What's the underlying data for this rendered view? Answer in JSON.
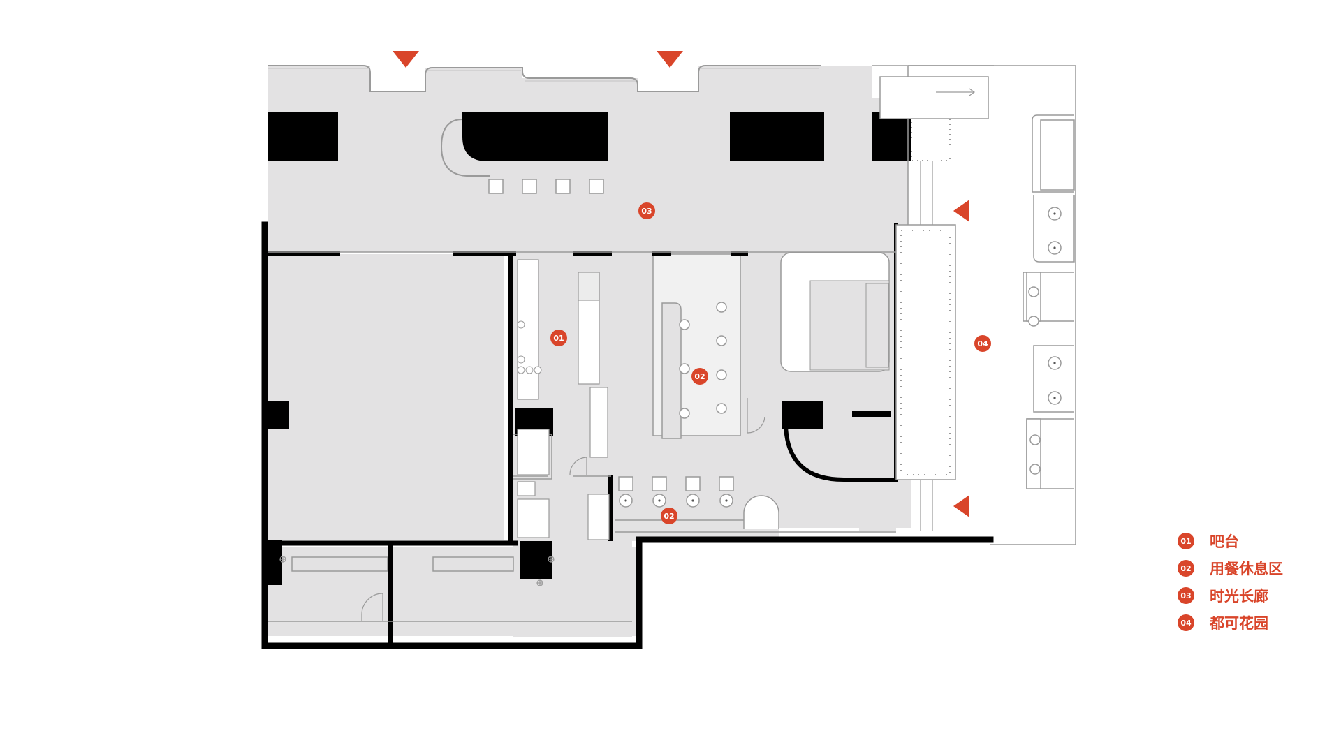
{
  "colors": {
    "accent": "#d9452a",
    "floor": "#e3e2e3",
    "wall": "#000000",
    "line": "#9a9a9a"
  },
  "markers": {
    "m01": "01",
    "m02a": "02",
    "m02b": "02",
    "m03": "03",
    "m04": "04"
  },
  "legend": [
    {
      "code": "01",
      "label": "吧台"
    },
    {
      "code": "02",
      "label": "用餐休息区"
    },
    {
      "code": "03",
      "label": "时光长廊"
    },
    {
      "code": "04",
      "label": "都可花园"
    }
  ]
}
